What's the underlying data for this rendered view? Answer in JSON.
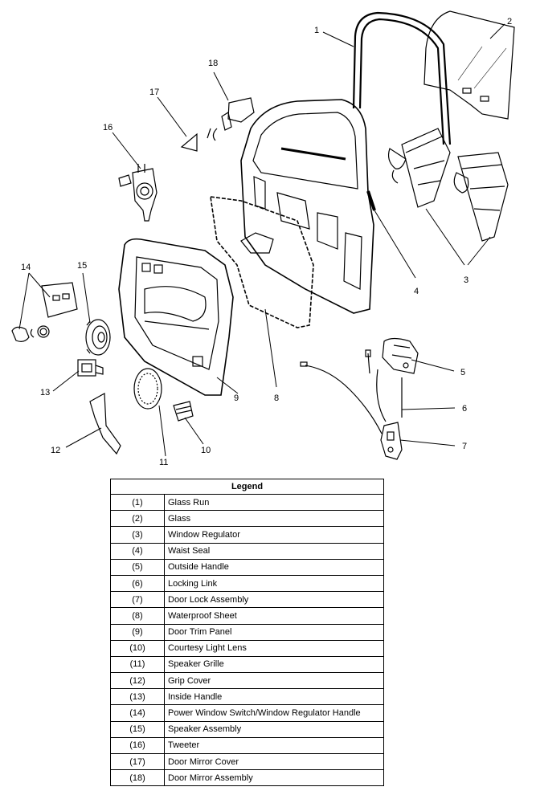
{
  "callouts": [
    "1",
    "2",
    "3",
    "4",
    "5",
    "6",
    "7",
    "8",
    "9",
    "10",
    "11",
    "12",
    "13",
    "14",
    "15",
    "16",
    "17",
    "18"
  ],
  "legend": {
    "title": "Legend",
    "rows": [
      {
        "num": "(1)",
        "label": "Glass Run"
      },
      {
        "num": "(2)",
        "label": "Glass"
      },
      {
        "num": "(3)",
        "label": "Window Regulator"
      },
      {
        "num": "(4)",
        "label": "Waist Seal"
      },
      {
        "num": "(5)",
        "label": "Outside Handle"
      },
      {
        "num": "(6)",
        "label": "Locking Link"
      },
      {
        "num": "(7)",
        "label": "Door Lock Assembly"
      },
      {
        "num": "(8)",
        "label": "Waterproof Sheet"
      },
      {
        "num": "(9)",
        "label": "Door Trim Panel"
      },
      {
        "num": "(10)",
        "label": "Courtesy Light Lens"
      },
      {
        "num": "(11)",
        "label": "Speaker Grille"
      },
      {
        "num": "(12)",
        "label": "Grip Cover"
      },
      {
        "num": "(13)",
        "label": "Inside Handle"
      },
      {
        "num": "(14)",
        "label": "Power Window Switch/Window Regulator Handle"
      },
      {
        "num": "(15)",
        "label": "Speaker Assembly"
      },
      {
        "num": "(16)",
        "label": "Tweeter"
      },
      {
        "num": "(17)",
        "label": "Door Mirror Cover"
      },
      {
        "num": "(18)",
        "label": "Door Mirror Assembly"
      }
    ]
  }
}
